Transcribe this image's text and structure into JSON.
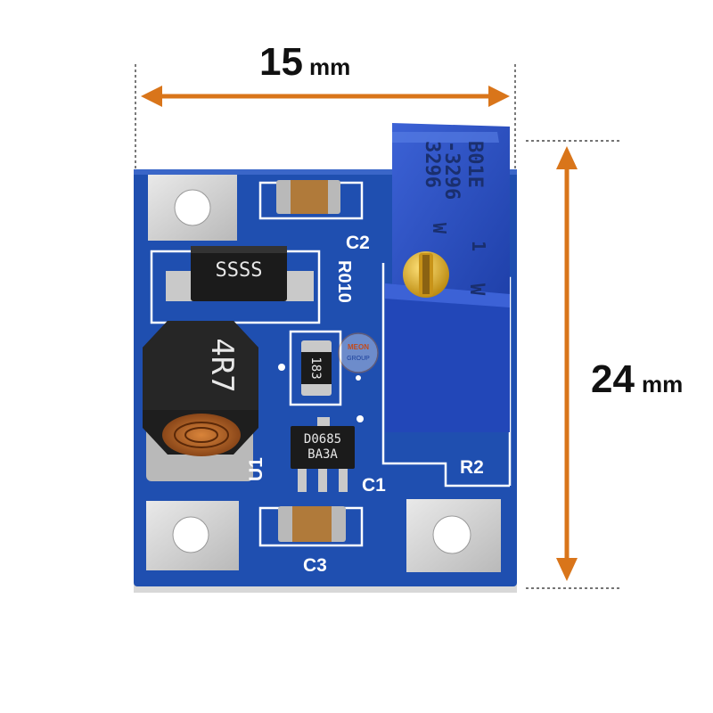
{
  "dimensions": {
    "width_value": "15",
    "width_unit": "mm",
    "height_value": "24",
    "height_unit": "mm",
    "arrow_color": "#d9751a"
  },
  "board": {
    "pcb_color": "#1f4fb0",
    "silkscreen_color": "#ffffff",
    "labels": {
      "c2": "C2",
      "c1": "C1",
      "c3": "C3",
      "r2": "R2",
      "u1": "U1",
      "r010": "R010"
    },
    "diode_marking": "SSSS",
    "inductor_marking": "4R7",
    "resistor_marking": "183",
    "ic_line1": "D0685",
    "ic_line2": "BA3A",
    "pot_lines": [
      "3296",
      "-3296",
      "W",
      "1"
    ],
    "pot_top_code": "B01E",
    "pot_mark_w": "W"
  },
  "watermark": {
    "line1": "MEON",
    "line2": "GROUP",
    "icon": "logo-badge-icon"
  }
}
